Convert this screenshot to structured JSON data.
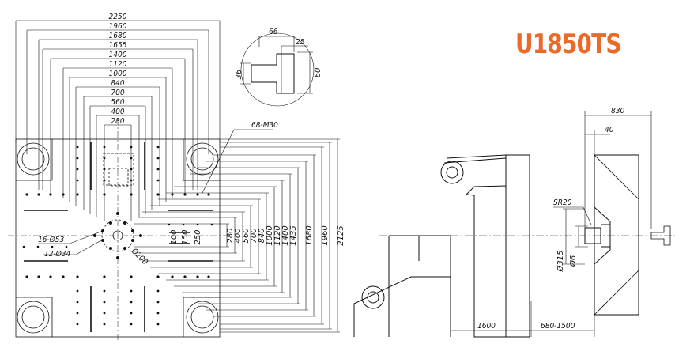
{
  "model": "U1850TS",
  "colors": {
    "model": "#ea6a2a",
    "line": "#111111"
  },
  "platen_widths": [
    "2250",
    "1960",
    "1680",
    "1655",
    "1400",
    "1120",
    "1000",
    "840",
    "700",
    "560",
    "400",
    "280"
  ],
  "platen_heights": [
    "280",
    "400",
    "560",
    "700",
    "840",
    "1000",
    "1120",
    "1400",
    "1435",
    "1680",
    "1960",
    "2125"
  ],
  "inner_heights": [
    "100",
    "150",
    "250"
  ],
  "labels": {
    "thread_holes": "68-M30",
    "holes_large": "16-Ø53",
    "holes_small": "12-Ø34",
    "center_circle": "Ø200"
  },
  "nozzle_detail": {
    "w1": "66",
    "w2": "25",
    "h1": "36",
    "h2": "60"
  },
  "side_view": {
    "top_total": "830",
    "top_small": "40",
    "sphere": "SR20",
    "bore_large": "Ø315",
    "bore_small": "Ø6",
    "bottom_left": "1600",
    "bottom_right": "680-1500"
  }
}
